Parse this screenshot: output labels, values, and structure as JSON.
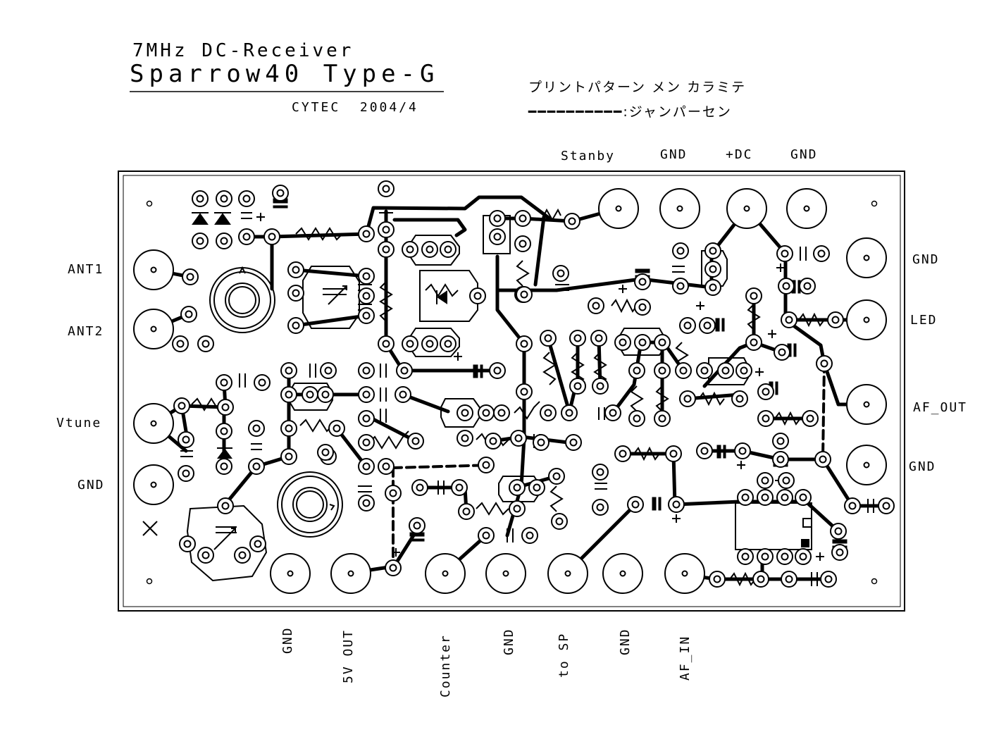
{
  "header": {
    "title_line1": "7MHz DC-Receiver",
    "title_line2": "Sparrow40 Type-G",
    "credit": "CYTEC  2004/4",
    "note_line1": "プリントパターン メン カラミテ",
    "note_line2": "━━━━━━━━━━:ジャンパーセン"
  },
  "labels": {
    "top": [
      "Stanby",
      "GND",
      "+DC",
      "GND"
    ],
    "left": [
      "ANT1",
      "ANT2",
      "Vtune",
      "GND"
    ],
    "right": [
      "GND",
      "LED",
      "AF_OUT",
      "GND"
    ],
    "bottom": [
      "GND",
      "5V OUT",
      "Counter",
      "GND",
      "to SP",
      "GND",
      "AF_IN"
    ]
  },
  "colors": {
    "ink": "#000000",
    "paper": "#ffffff"
  }
}
